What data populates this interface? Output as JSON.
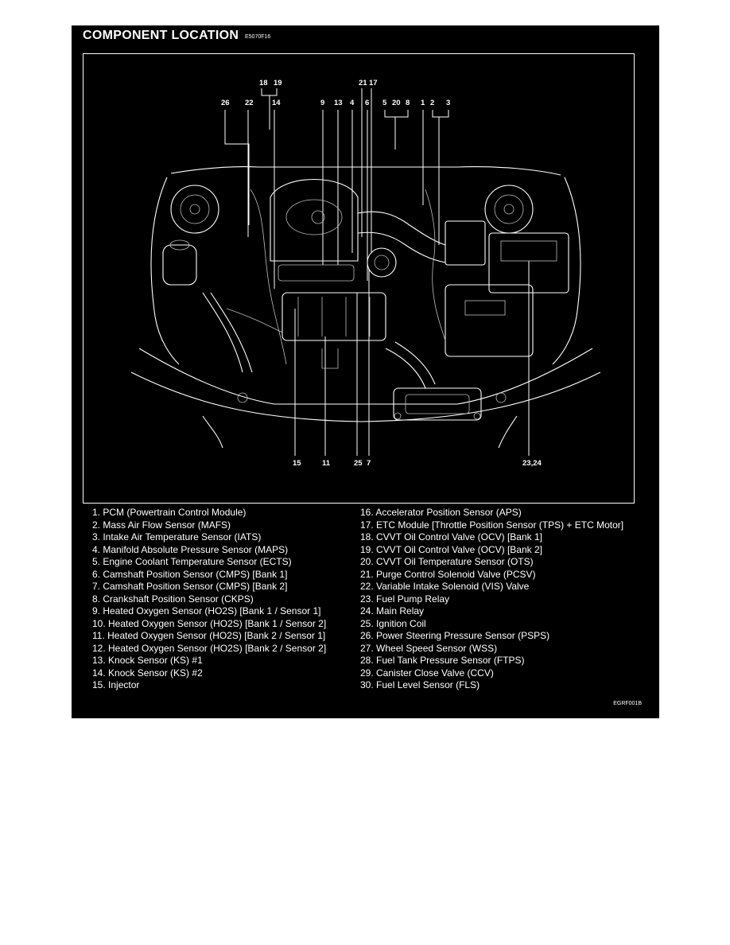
{
  "header": {
    "title": "COMPONENT LOCATION",
    "figure_code": "E5070F16"
  },
  "footer": {
    "figure_code": "EGRF001B"
  },
  "callouts": {
    "top": [
      "18",
      "19",
      "21",
      "17",
      "26",
      "22",
      "14",
      "9",
      "13",
      "4",
      "6",
      "5",
      "20",
      "8",
      "1",
      "2",
      "3"
    ],
    "bottom": [
      "15",
      "11",
      "25",
      "7",
      "23,24"
    ]
  },
  "legend": {
    "left": [
      "1. PCM (Powertrain Control Module)",
      "2. Mass Air Flow Sensor (MAFS)",
      "3. Intake Air Temperature Sensor (IATS)",
      "4. Manifold Absolute Pressure Sensor (MAPS)",
      "5. Engine Coolant Temperature Sensor (ECTS)",
      "6. Camshaft Position Sensor (CMPS) [Bank 1]",
      "7. Camshaft Position Sensor (CMPS) [Bank 2]",
      "8. Crankshaft Position Sensor (CKPS)",
      "9. Heated Oxygen Sensor (HO2S) [Bank 1 / Sensor 1]",
      "10. Heated Oxygen Sensor (HO2S) [Bank 1 / Sensor 2]",
      "11. Heated Oxygen Sensor (HO2S) [Bank 2 / Sensor 1]",
      "12. Heated Oxygen Sensor (HO2S) [Bank 2 / Sensor 2]",
      "13. Knock Sensor (KS) #1",
      "14. Knock Sensor (KS) #2",
      "15. Injector"
    ],
    "right": [
      "16. Accelerator Position Sensor (APS)",
      "17. ETC Module [Throttle Position Sensor (TPS) + ETC Motor]",
      "18. CVVT Oil Control Valve (OCV) [Bank 1]",
      "19. CVVT Oil Control Valve (OCV) [Bank 2]",
      "20. CVVT Oil Temperature Sensor (OTS)",
      "21. Purge Control Solenoid Valve (PCSV)",
      "22. Variable Intake Solenoid (VIS) Valve",
      "23. Fuel Pump Relay",
      "24. Main Relay",
      "25. Ignition Coil",
      "26. Power Steering Pressure Sensor (PSPS)",
      "27. Wheel Speed Sensor (WSS)",
      "28. Fuel Tank Pressure Sensor (FTPS)",
      "29. Canister Close Valve (CCV)",
      "30. Fuel Level Sensor (FLS)"
    ]
  }
}
